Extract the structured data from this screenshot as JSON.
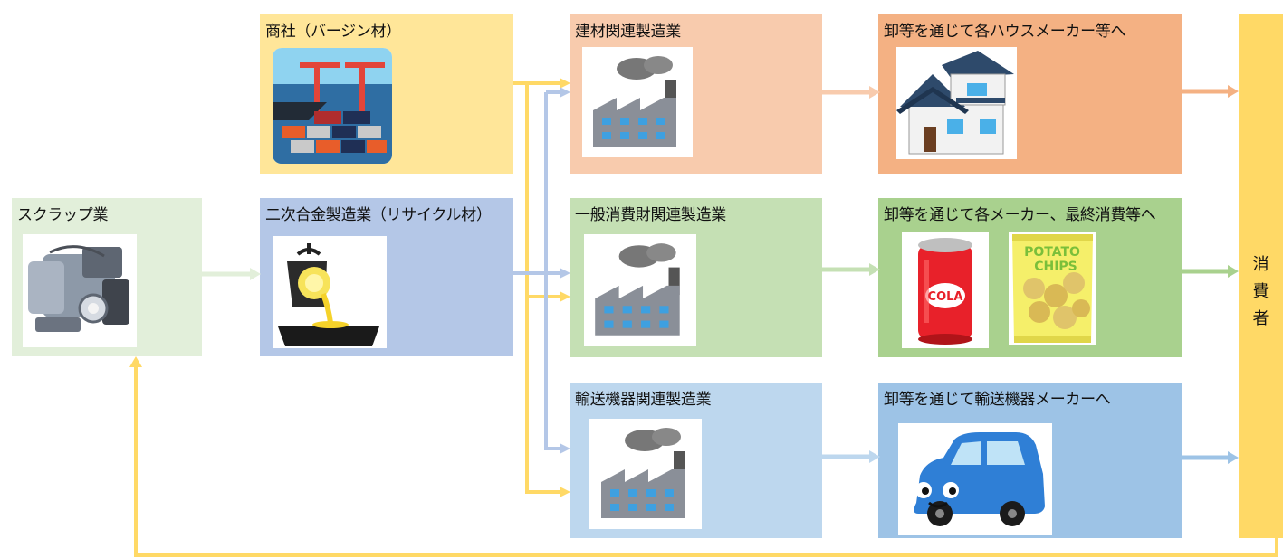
{
  "colors": {
    "yellow": "#FFE699",
    "yellow_arrow": "#FFD966",
    "green_light": "#E2EFDA",
    "blue_mid": "#B4C7E7",
    "peach": "#F8CBAD",
    "green": "#C5E0B4",
    "blue_light": "#BDD7EE",
    "orange": "#F4B183",
    "green_dark": "#A9D18E",
    "blue": "#9DC3E6",
    "consumer": "#FFD966"
  },
  "nodes": {
    "scrap": {
      "label": "スクラップ業",
      "icon": "engine-scrap-icon"
    },
    "trading": {
      "label": "商社（バージン材）",
      "icon": "container-port-icon"
    },
    "secondary_alloy": {
      "label": "二次合金製造業（リサイクル材）",
      "icon": "molten-metal-pouring-icon"
    },
    "building_mfg": {
      "label": "建材関連製造業",
      "icon": "factory-icon"
    },
    "consumer_goods_mfg": {
      "label": "一般消費財関連製造業",
      "icon": "factory-icon"
    },
    "transport_mfg": {
      "label": "輸送機器関連製造業",
      "icon": "factory-icon"
    },
    "house_makers": {
      "label": "卸等を通じて各ハウスメーカー等へ",
      "icon": "house-icon"
    },
    "makers_final": {
      "label": "卸等を通じて各メーカー、最終消費等へ",
      "icon": "cola-can-and-chips-icon",
      "can_text": "COLA",
      "chips_text_1": "POTATO",
      "chips_text_2": "CHIPS"
    },
    "transport_makers": {
      "label": "卸等を通じて輸送機器メーカーへ",
      "icon": "blue-car-icon"
    },
    "consumer": {
      "label_chars": [
        "消",
        "費",
        "者"
      ]
    }
  }
}
